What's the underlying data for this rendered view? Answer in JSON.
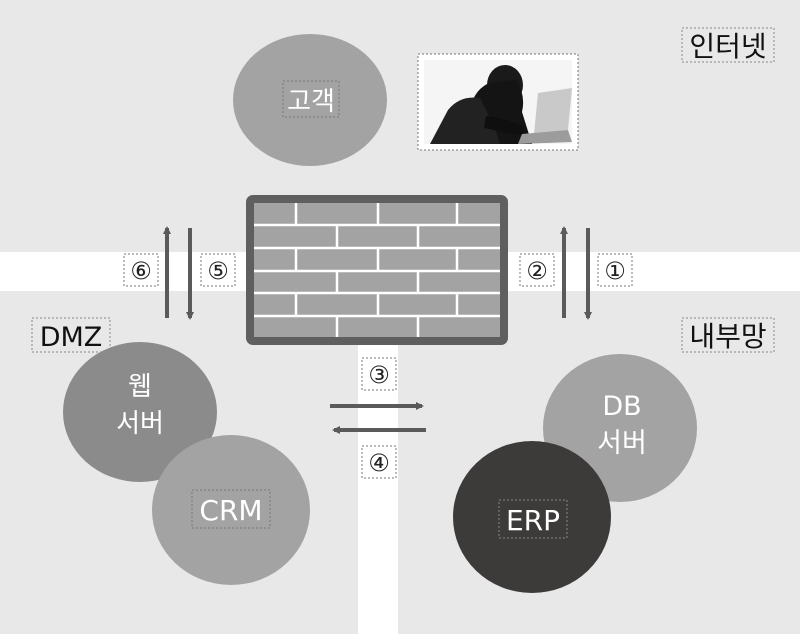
{
  "zones": {
    "internet": "인터넷",
    "dmz": "DMZ",
    "internal": "내부망"
  },
  "nodes": {
    "customer": "고객",
    "web_server_line1": "웹",
    "web_server_line2": "서버",
    "crm": "CRM",
    "db_server_line1": "DB",
    "db_server_line2": "서버",
    "erp": "ERP"
  },
  "steps": {
    "s1": "①",
    "s2": "②",
    "s3": "③",
    "s4": "④",
    "s5": "⑤",
    "s6": "⑥"
  },
  "images": {
    "hacker": "hacker-photo"
  },
  "colors": {
    "zone_bg": "#e8e8e8",
    "circle_light": "#a3a3a3",
    "circle_mid": "#8b8b8b",
    "circle_dark": "#3d3a3a",
    "arrow": "#5a5a5a"
  }
}
